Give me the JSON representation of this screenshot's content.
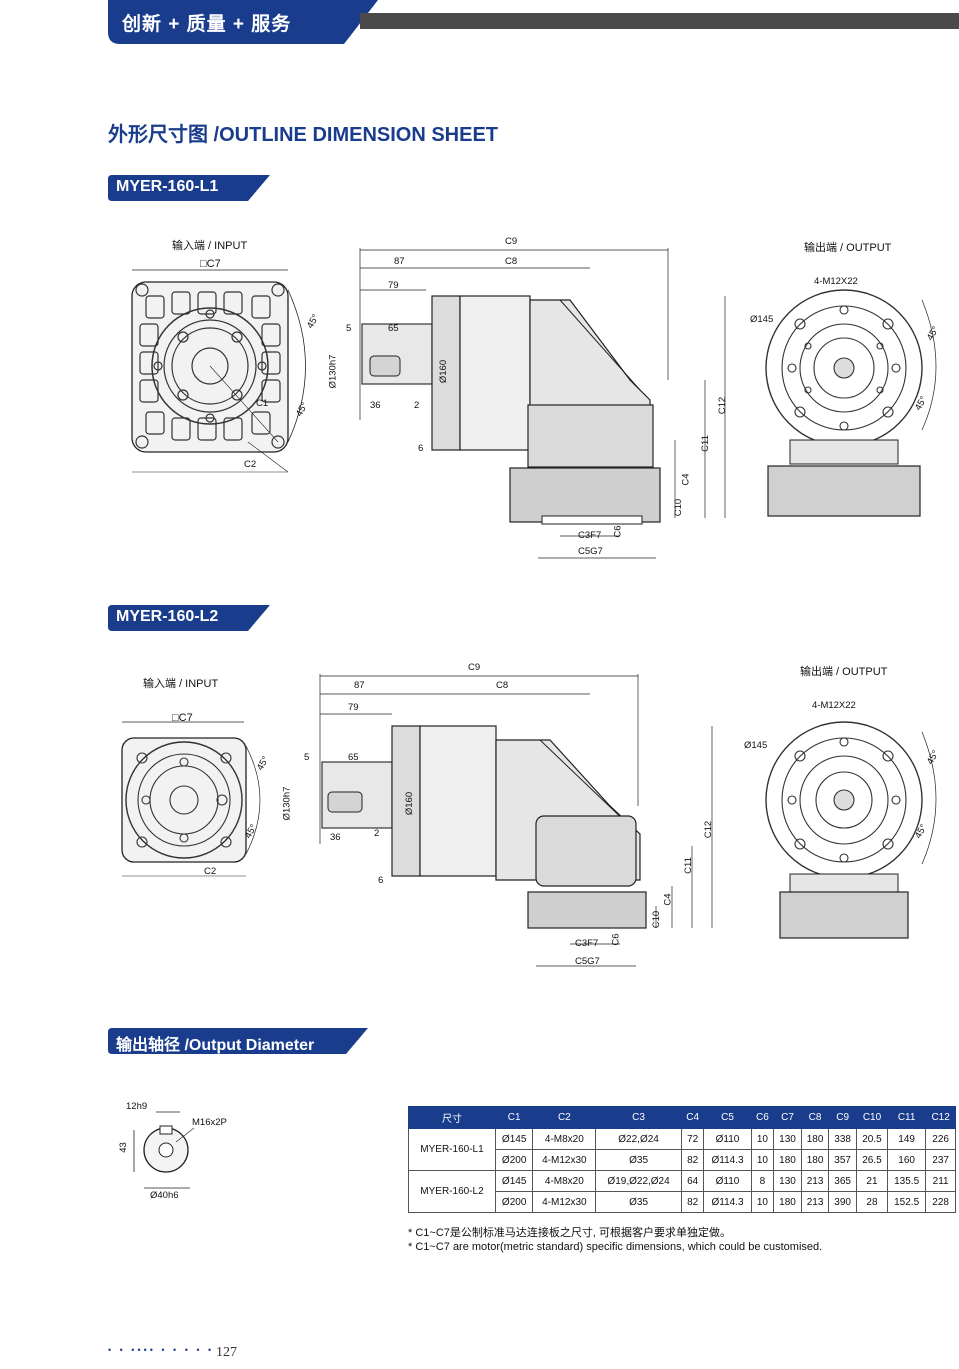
{
  "header": {
    "tab_text": "创新 + 质量 + 服务",
    "accent": "#1a3c8c"
  },
  "title": "外形尺寸图 /OUTLINE DIMENSION SHEET",
  "sections": {
    "l1": "MYER-160-L1",
    "l2": "MYER-160-L2",
    "output": "输出轴径 /Output Diameter"
  },
  "labels": {
    "input": "输入端 / INPUT",
    "output": "输出端 / OUTPUT",
    "c7": "□C7",
    "c1": "C1",
    "c2": "C2",
    "deg45": "45°",
    "d130": "Ø130h7",
    "d160": "Ø160",
    "d145": "Ø145",
    "m12": "4-M12X22",
    "c9": "C9",
    "c8": "C8",
    "n87": "87",
    "n79": "79",
    "n5": "5",
    "n65": "65",
    "n36": "36",
    "n2": "2",
    "n6": "6",
    "c12": "C12",
    "c11": "C11",
    "c4": "C4",
    "c10": "C10",
    "c3": "C3F7",
    "c5": "C5G7",
    "c6": "C6",
    "shaft_12": "12h9",
    "shaft_m16": "M16x2P",
    "shaft_43": "43",
    "shaft_d40": "Ø40h6"
  },
  "table": {
    "headers": [
      "尺寸",
      "C1",
      "C2",
      "C3",
      "C4",
      "C5",
      "C6",
      "C7",
      "C8",
      "C9",
      "C10",
      "C11",
      "C12"
    ],
    "groups": [
      {
        "model": "MYER-160-L1",
        "rows": [
          [
            "Ø145",
            "4-M8x20",
            "Ø22,Ø24",
            "72",
            "Ø110",
            "10",
            "130",
            "180",
            "338",
            "20.5",
            "149",
            "226"
          ],
          [
            "Ø200",
            "4-M12x30",
            "Ø35",
            "82",
            "Ø114.3",
            "10",
            "180",
            "180",
            "357",
            "26.5",
            "160",
            "237"
          ]
        ]
      },
      {
        "model": "MYER-160-L2",
        "rows": [
          [
            "Ø145",
            "4-M8x20",
            "Ø19,Ø22,Ø24",
            "64",
            "Ø110",
            "8",
            "130",
            "213",
            "365",
            "21",
            "135.5",
            "211"
          ],
          [
            "Ø200",
            "4-M12x30",
            "Ø35",
            "82",
            "Ø114.3",
            "10",
            "180",
            "213",
            "390",
            "28",
            "152.5",
            "228"
          ]
        ]
      }
    ]
  },
  "notes": {
    "cn": "* C1~C7是公制标准马达连接板之尺寸, 可根据客户要求单独定做。",
    "en": "* C1~C7 are motor(metric standard) specific dimensions, which could be customised."
  },
  "footer": {
    "dots": "• • •••• • • • • •",
    "page": "127"
  }
}
